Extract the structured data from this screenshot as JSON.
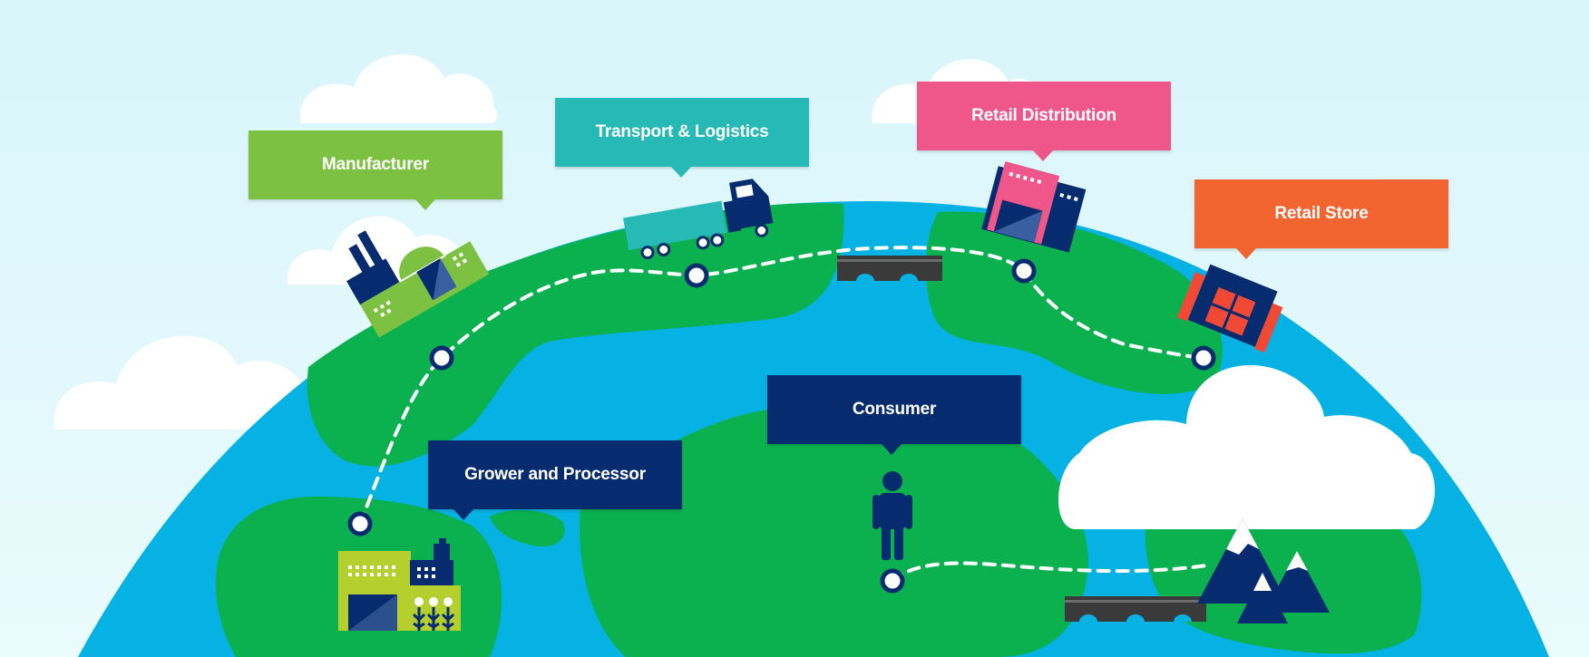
{
  "diagram": {
    "stages": [
      {
        "label": "Manufacturer",
        "color": "#7dc143",
        "icon": "factory-icon"
      },
      {
        "label": "Transport & Logistics",
        "color": "#27b9b5",
        "icon": "truck-icon"
      },
      {
        "label": "Retail Distribution",
        "color": "#ef578a",
        "icon": "warehouse-icon"
      },
      {
        "label": "Retail Store",
        "color": "#f26531",
        "icon": "store-icon"
      },
      {
        "label": "Consumer",
        "color": "#062b6e",
        "icon": "person-icon"
      },
      {
        "label": "Grower and Processor",
        "color": "#062b6e",
        "icon": "farm-icon"
      }
    ],
    "colors": {
      "sky": "#dff7fb",
      "ocean": "#06b2e3",
      "land": "#0bb14f",
      "path": "#ffffff",
      "node_ring": "#062b6e",
      "bridge": "#3a3a3a"
    }
  }
}
